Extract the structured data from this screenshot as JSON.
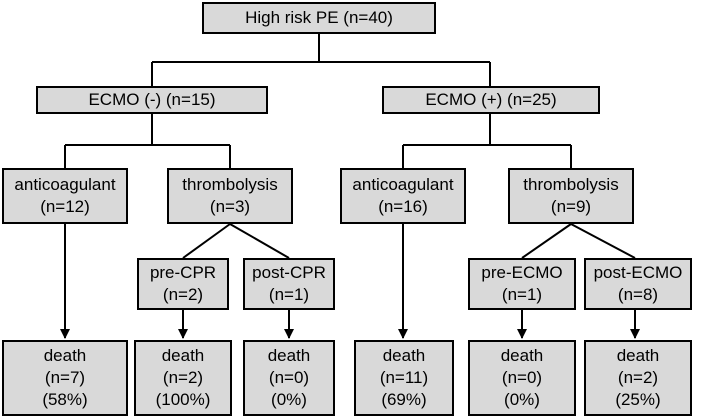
{
  "root": {
    "line1": "High risk PE (n=40)"
  },
  "ecmo_neg": {
    "label": "ECMO (-) (n=15)",
    "anticoagulant": {
      "line1": "anticoagulant",
      "line2": "(n=12)"
    },
    "thrombolysis": {
      "line1": "thrombolysis",
      "line2": "(n=3)"
    },
    "pre_cpr": {
      "line1": "pre-CPR",
      "line2": "(n=2)"
    },
    "post_cpr": {
      "line1": "post-CPR",
      "line2": "(n=1)"
    },
    "death_anticoagulant": {
      "line1": "death",
      "line2": "(n=7)",
      "line3": "(58%)"
    },
    "death_pre_cpr": {
      "line1": "death",
      "line2": "(n=2)",
      "line3": "(100%)"
    },
    "death_post_cpr": {
      "line1": "death",
      "line2": "(n=0)",
      "line3": "(0%)"
    }
  },
  "ecmo_pos": {
    "label": "ECMO (+) (n=25)",
    "anticoagulant": {
      "line1": "anticoagulant",
      "line2": "(n=16)"
    },
    "thrombolysis": {
      "line1": "thrombolysis",
      "line2": "(n=9)"
    },
    "pre_ecmo": {
      "line1": "pre-ECMO",
      "line2": "(n=1)"
    },
    "post_ecmo": {
      "line1": "post-ECMO",
      "line2": "(n=8)"
    },
    "death_anticoagulant": {
      "line1": "death",
      "line2": "(n=11)",
      "line3": "(69%)"
    },
    "death_pre_ecmo": {
      "line1": "death",
      "line2": "(n=0)",
      "line3": "(0%)"
    },
    "death_post_ecmo": {
      "line1": "death",
      "line2": "(n=2)",
      "line3": "(25%)"
    }
  },
  "colors": {
    "box_fill": "#d9d9d9",
    "line": "#000000"
  }
}
